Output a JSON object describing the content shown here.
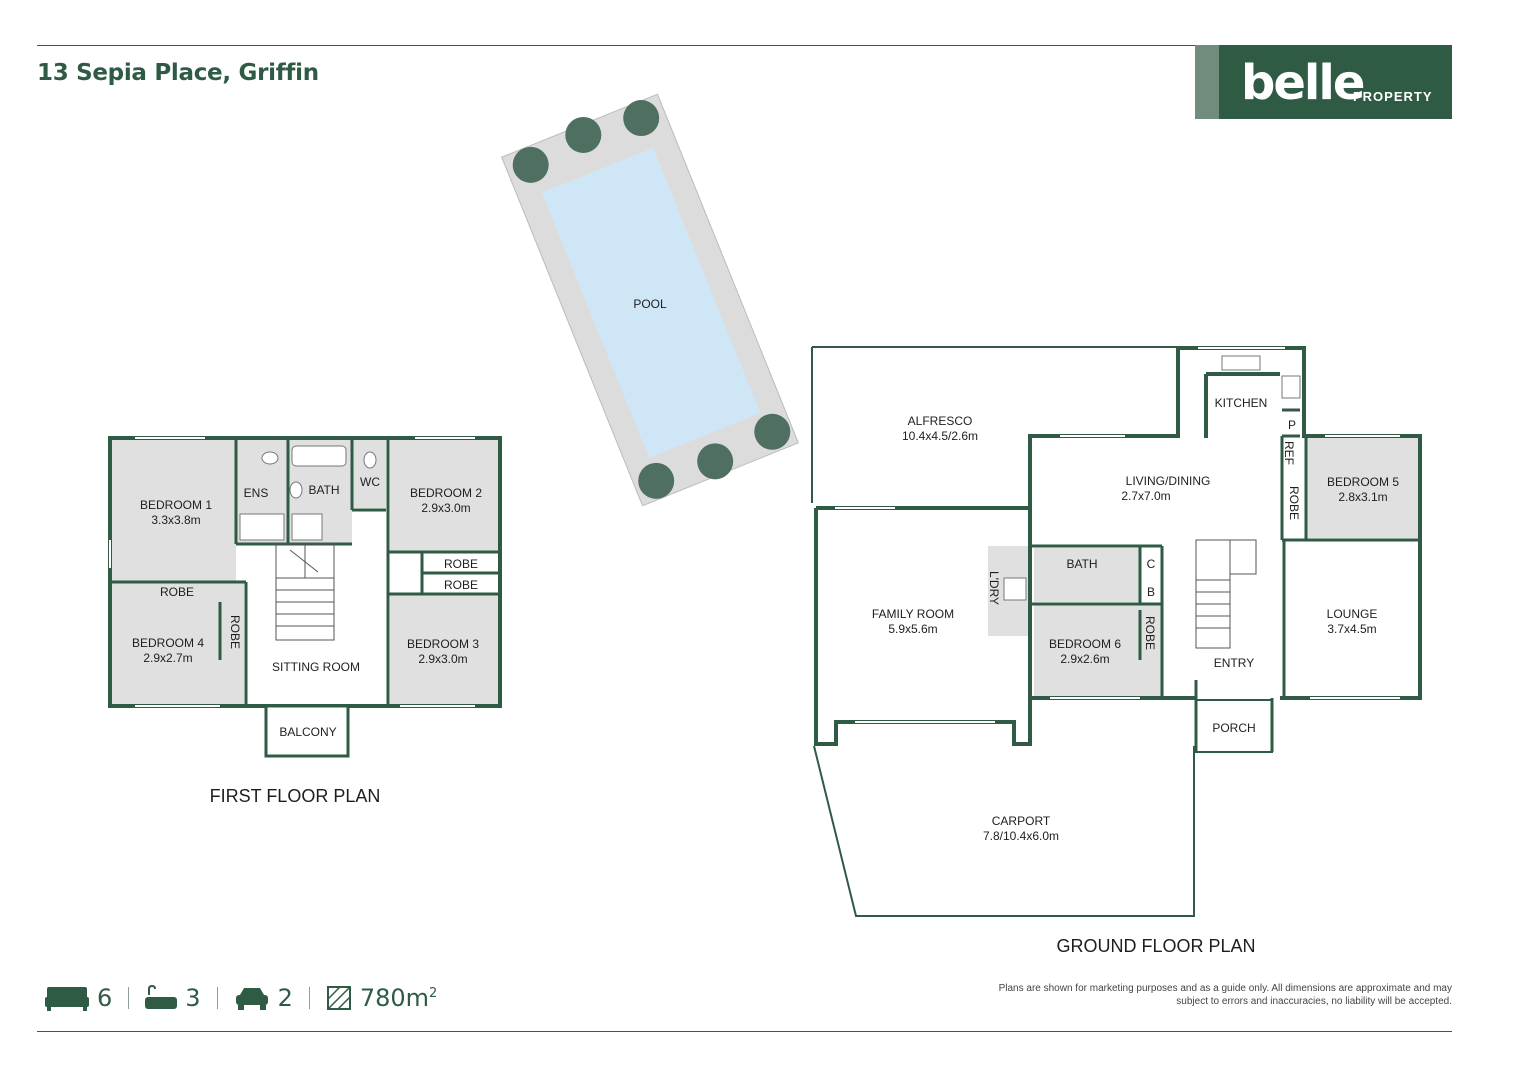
{
  "header": {
    "address": "13 Sepia Place, Griffin"
  },
  "logo": {
    "brand": "belle",
    "sub": "PROPERTY"
  },
  "colors": {
    "brand_green": "#2f5b45",
    "room_grey": "#e0e0e0",
    "pool_blue": "#cfe6f7",
    "wall": "#2f5b45",
    "tree": "#4f6f60"
  },
  "first_floor": {
    "title": "FIRST FLOOR PLAN",
    "rooms": [
      {
        "name": "BEDROOM 1",
        "size": "3.3x3.8m"
      },
      {
        "name": "ENS",
        "size": ""
      },
      {
        "name": "BATH",
        "size": ""
      },
      {
        "name": "WC",
        "size": ""
      },
      {
        "name": "BEDROOM 2",
        "size": "2.9x3.0m"
      },
      {
        "name": "ROBE",
        "size": ""
      },
      {
        "name": "ROBE",
        "size": ""
      },
      {
        "name": "ROBE",
        "size": ""
      },
      {
        "name": "ROBE",
        "size": ""
      },
      {
        "name": "BEDROOM 4",
        "size": "2.9x2.7m"
      },
      {
        "name": "SITTING ROOM",
        "size": ""
      },
      {
        "name": "BEDROOM 3",
        "size": "2.9x3.0m"
      },
      {
        "name": "BALCONY",
        "size": ""
      }
    ]
  },
  "pool": {
    "name": "POOL"
  },
  "ground_floor": {
    "title": "GROUND FLOOR PLAN",
    "rooms": [
      {
        "name": "ALFRESCO",
        "size": "10.4x4.5/2.6m"
      },
      {
        "name": "KITCHEN",
        "size": ""
      },
      {
        "name": "P",
        "size": ""
      },
      {
        "name": "REF",
        "size": ""
      },
      {
        "name": "LIVING/DINING",
        "size": "2.7x7.0m"
      },
      {
        "name": "ROBE",
        "size": ""
      },
      {
        "name": "BEDROOM 5",
        "size": "2.8x3.1m"
      },
      {
        "name": "FAMILY ROOM",
        "size": "5.9x5.6m"
      },
      {
        "name": "L'DRY",
        "size": ""
      },
      {
        "name": "BATH",
        "size": ""
      },
      {
        "name": "C",
        "size": ""
      },
      {
        "name": "B",
        "size": ""
      },
      {
        "name": "BEDROOM 6",
        "size": "2.9x2.6m"
      },
      {
        "name": "ROBE",
        "size": ""
      },
      {
        "name": "ENTRY",
        "size": ""
      },
      {
        "name": "LOUNGE",
        "size": "3.7x4.5m"
      },
      {
        "name": "PORCH",
        "size": ""
      },
      {
        "name": "CARPORT",
        "size": "7.8/10.4x6.0m"
      }
    ]
  },
  "stats": {
    "bedrooms": "6",
    "bedrooms_icon": "bed-icon",
    "bathrooms": "3",
    "bathrooms_icon": "bathtub-icon",
    "cars": "2",
    "cars_icon": "car-icon",
    "land_area": "780m",
    "land_area_sup": "2",
    "land_icon": "land-area-icon"
  },
  "disclaimer": "Plans are shown for marketing purposes and as a guide only. All dimensions are approximate and may subject to errors and inaccuracies, no liability will be accepted."
}
